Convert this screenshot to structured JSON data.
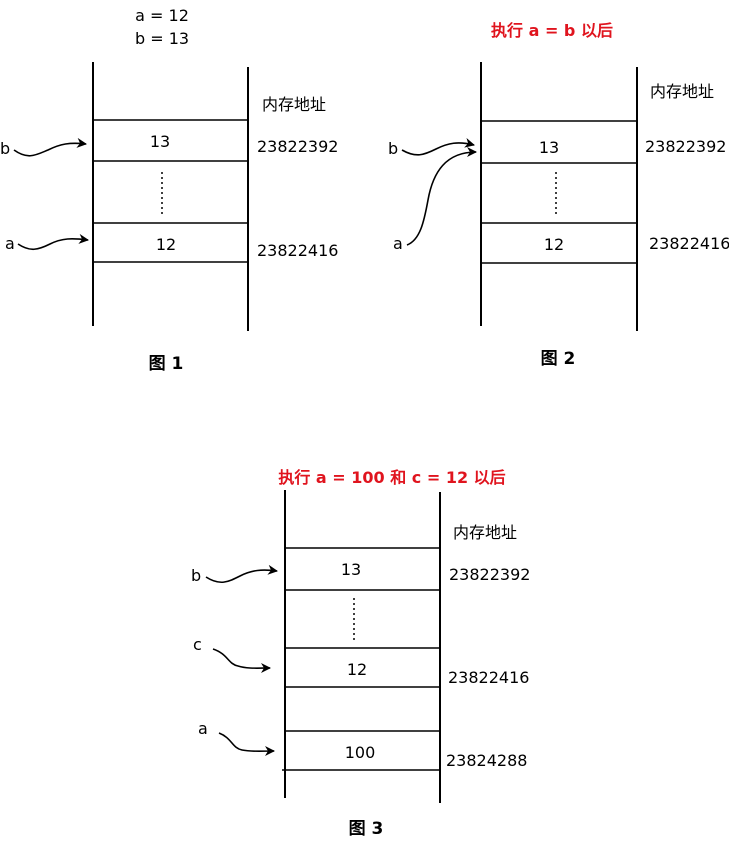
{
  "fig1": {
    "header_line1": "a = 12",
    "header_line2": "b = 13",
    "address_header": "内存地址",
    "cell_top": "13",
    "cell_bottom": "12",
    "addr_top": "23822392",
    "addr_bottom": "23822416",
    "pointer_b": "b",
    "pointer_a": "a",
    "caption": "图 1"
  },
  "fig2": {
    "title": "执行 a = b 以后",
    "address_header": "内存地址",
    "cell_top": "13",
    "cell_bottom": "12",
    "addr_top": "23822392",
    "addr_bottom": "23822416",
    "pointer_b": "b",
    "pointer_a": "a",
    "caption": "图 2"
  },
  "fig3": {
    "title": "执行 a = 100 和 c = 12 以后",
    "address_header": "内存地址",
    "cell_top": "13",
    "cell_mid": "12",
    "cell_bottom": "100",
    "addr_top": "23822392",
    "addr_mid": "23822416",
    "addr_bottom": "23824288",
    "pointer_b": "b",
    "pointer_c": "c",
    "pointer_a": "a",
    "caption": "图 3"
  },
  "colors": {
    "title_red": "#e0141e",
    "ink": "#000000"
  }
}
